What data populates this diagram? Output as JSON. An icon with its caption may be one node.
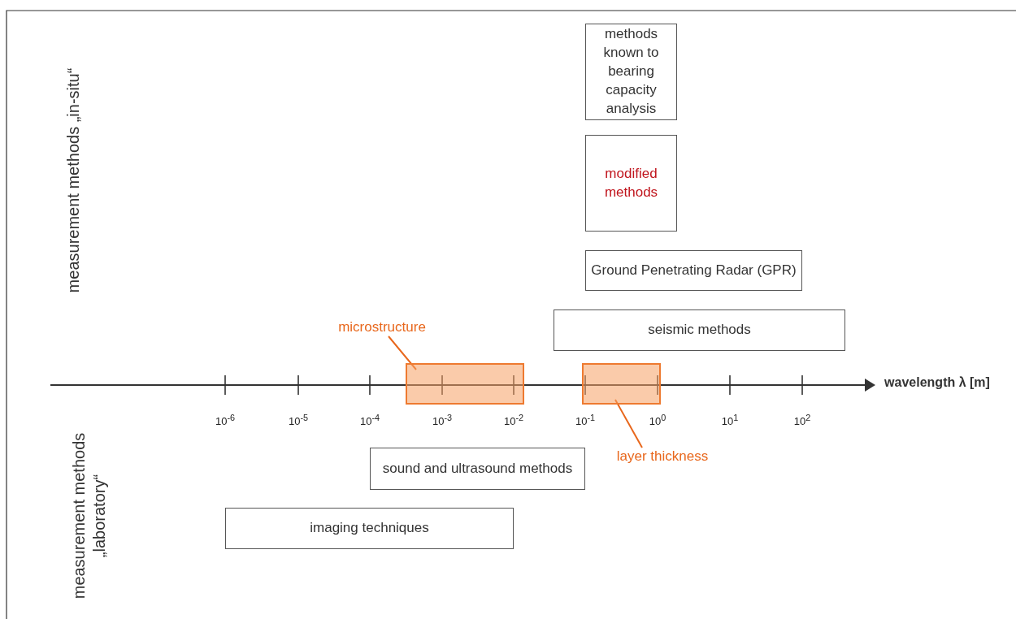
{
  "diagram": {
    "nodes": [
      {
        "text": [
          "methods known to bearing capacity analysis"
        ]
      },
      {
        "text": [
          "modified methods"
        ]
      },
      {
        "text": [
          "Ground Penetrating Radar (GPR)"
        ]
      },
      {
        "text": [
          "seismic methods"
        ]
      },
      {
        "text": [
          "microstructure"
        ]
      },
      {
        "text": [],
        "shape": "box"
      },
      {
        "text": [],
        "shape": "box"
      },
      {
        "text": [
          "layer thickness"
        ]
      },
      {
        "text": [
          "sound and ultrasound methods"
        ]
      },
      {
        "text": [
          "imaging techniques"
        ]
      }
    ],
    "edges": [
      {
        "from": 4,
        "to": 5,
        "arrow": "none"
      },
      {
        "from": 7,
        "to": 6,
        "arrow": "none"
      }
    ],
    "labels": [
      "measurement methods „in-situ“",
      "10$^{-6}$",
      "10$^{-5}$",
      "10$^{-4}$",
      "10$^{-3}$",
      "10$^{-2}$",
      "10$^{-1}$",
      "10$^{0}$",
      "10$^{1}$",
      "10$^{2}$",
      "wavelength λ [m]",
      "measurement methods „laboratory“"
    ]
  }
}
